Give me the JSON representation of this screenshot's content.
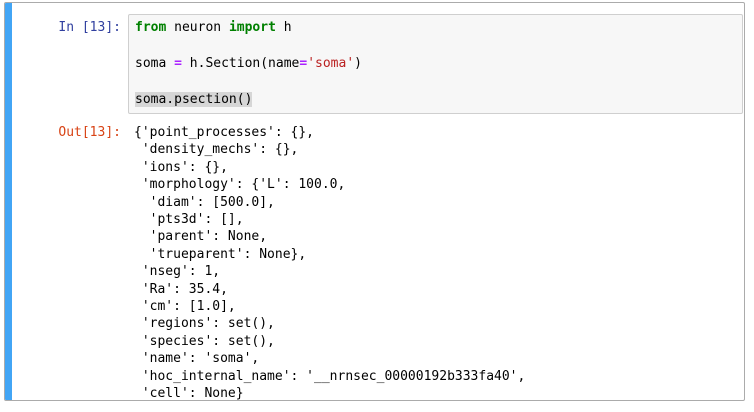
{
  "cell": {
    "input_prompt": "In [13]:",
    "output_prompt": "Out[13]:",
    "code": {
      "lines": [
        [
          {
            "text": "from",
            "type": "keyword"
          },
          {
            "text": " neuron ",
            "type": "plain"
          },
          {
            "text": "import",
            "type": "keyword"
          },
          {
            "text": " h",
            "type": "plain"
          }
        ],
        [],
        [
          {
            "text": "soma ",
            "type": "plain"
          },
          {
            "text": "=",
            "type": "operator"
          },
          {
            "text": " h.Section(name",
            "type": "plain"
          },
          {
            "text": "=",
            "type": "operator"
          },
          {
            "text": "'soma'",
            "type": "string"
          },
          {
            "text": ")",
            "type": "plain"
          }
        ],
        [],
        [
          {
            "text": "soma.psection()",
            "type": "selected"
          }
        ]
      ]
    },
    "output_text": "{'point_processes': {},\n 'density_mechs': {},\n 'ions': {},\n 'morphology': {'L': 100.0,\n  'diam': [500.0],\n  'pts3d': [],\n  'parent': None,\n  'trueparent': None},\n 'nseg': 1,\n 'Ra': 35.4,\n 'cm': [1.0],\n 'regions': set(),\n 'species': set(),\n 'name': 'soma',\n 'hoc_internal_name': '__nrnsec_00000192b333fa40',\n 'cell': None}"
  },
  "colors": {
    "input_prompt": "#303F9F",
    "output_prompt": "#D84315",
    "keyword": "#008000",
    "operator": "#AA22FF",
    "string": "#BA2121",
    "selection_background": "#d6d6d6",
    "selected_cell_bar": "#42A5F5",
    "cell_border": "#ababab",
    "input_background": "#f7f7f7",
    "input_border": "#cfcfcf"
  }
}
